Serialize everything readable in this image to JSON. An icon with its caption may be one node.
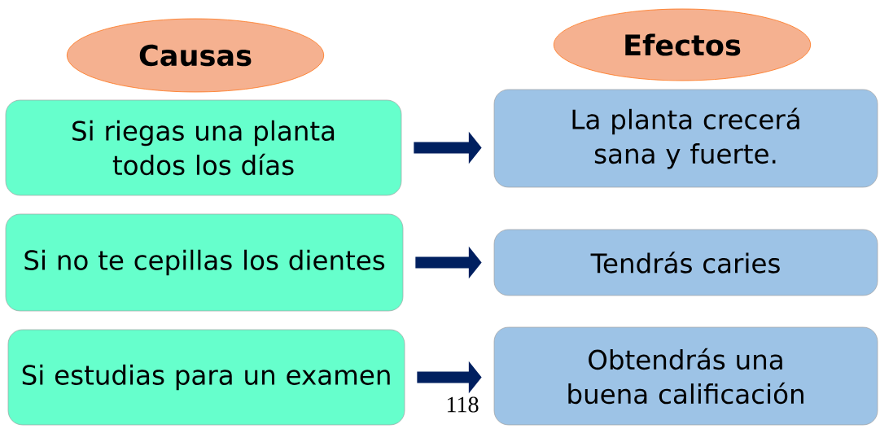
{
  "diagram": {
    "nodes": [
      {
        "text": [
          "Causas"
        ]
      },
      {
        "text": [
          "Efectos"
        ]
      },
      {
        "text": [
          "Si riegas una planta todos los días"
        ]
      },
      {
        "text": [
          "La planta crecerá sana y fuerte."
        ]
      },
      {
        "text": [
          "Si no te cepillas los dientes"
        ]
      },
      {
        "text": [
          "Tendrás caries"
        ]
      },
      {
        "text": [
          "Si estudias para un examen"
        ]
      },
      {
        "text": [
          "Obtendrás una buena calificación"
        ]
      }
    ],
    "edges": [
      {
        "from": 2,
        "to": 3,
        "arrow": "to"
      },
      {
        "from": 4,
        "to": 5,
        "arrow": "to"
      },
      {
        "from": 6,
        "to": 7,
        "arrow": "to"
      }
    ],
    "labels": [
      "118"
    ]
  }
}
